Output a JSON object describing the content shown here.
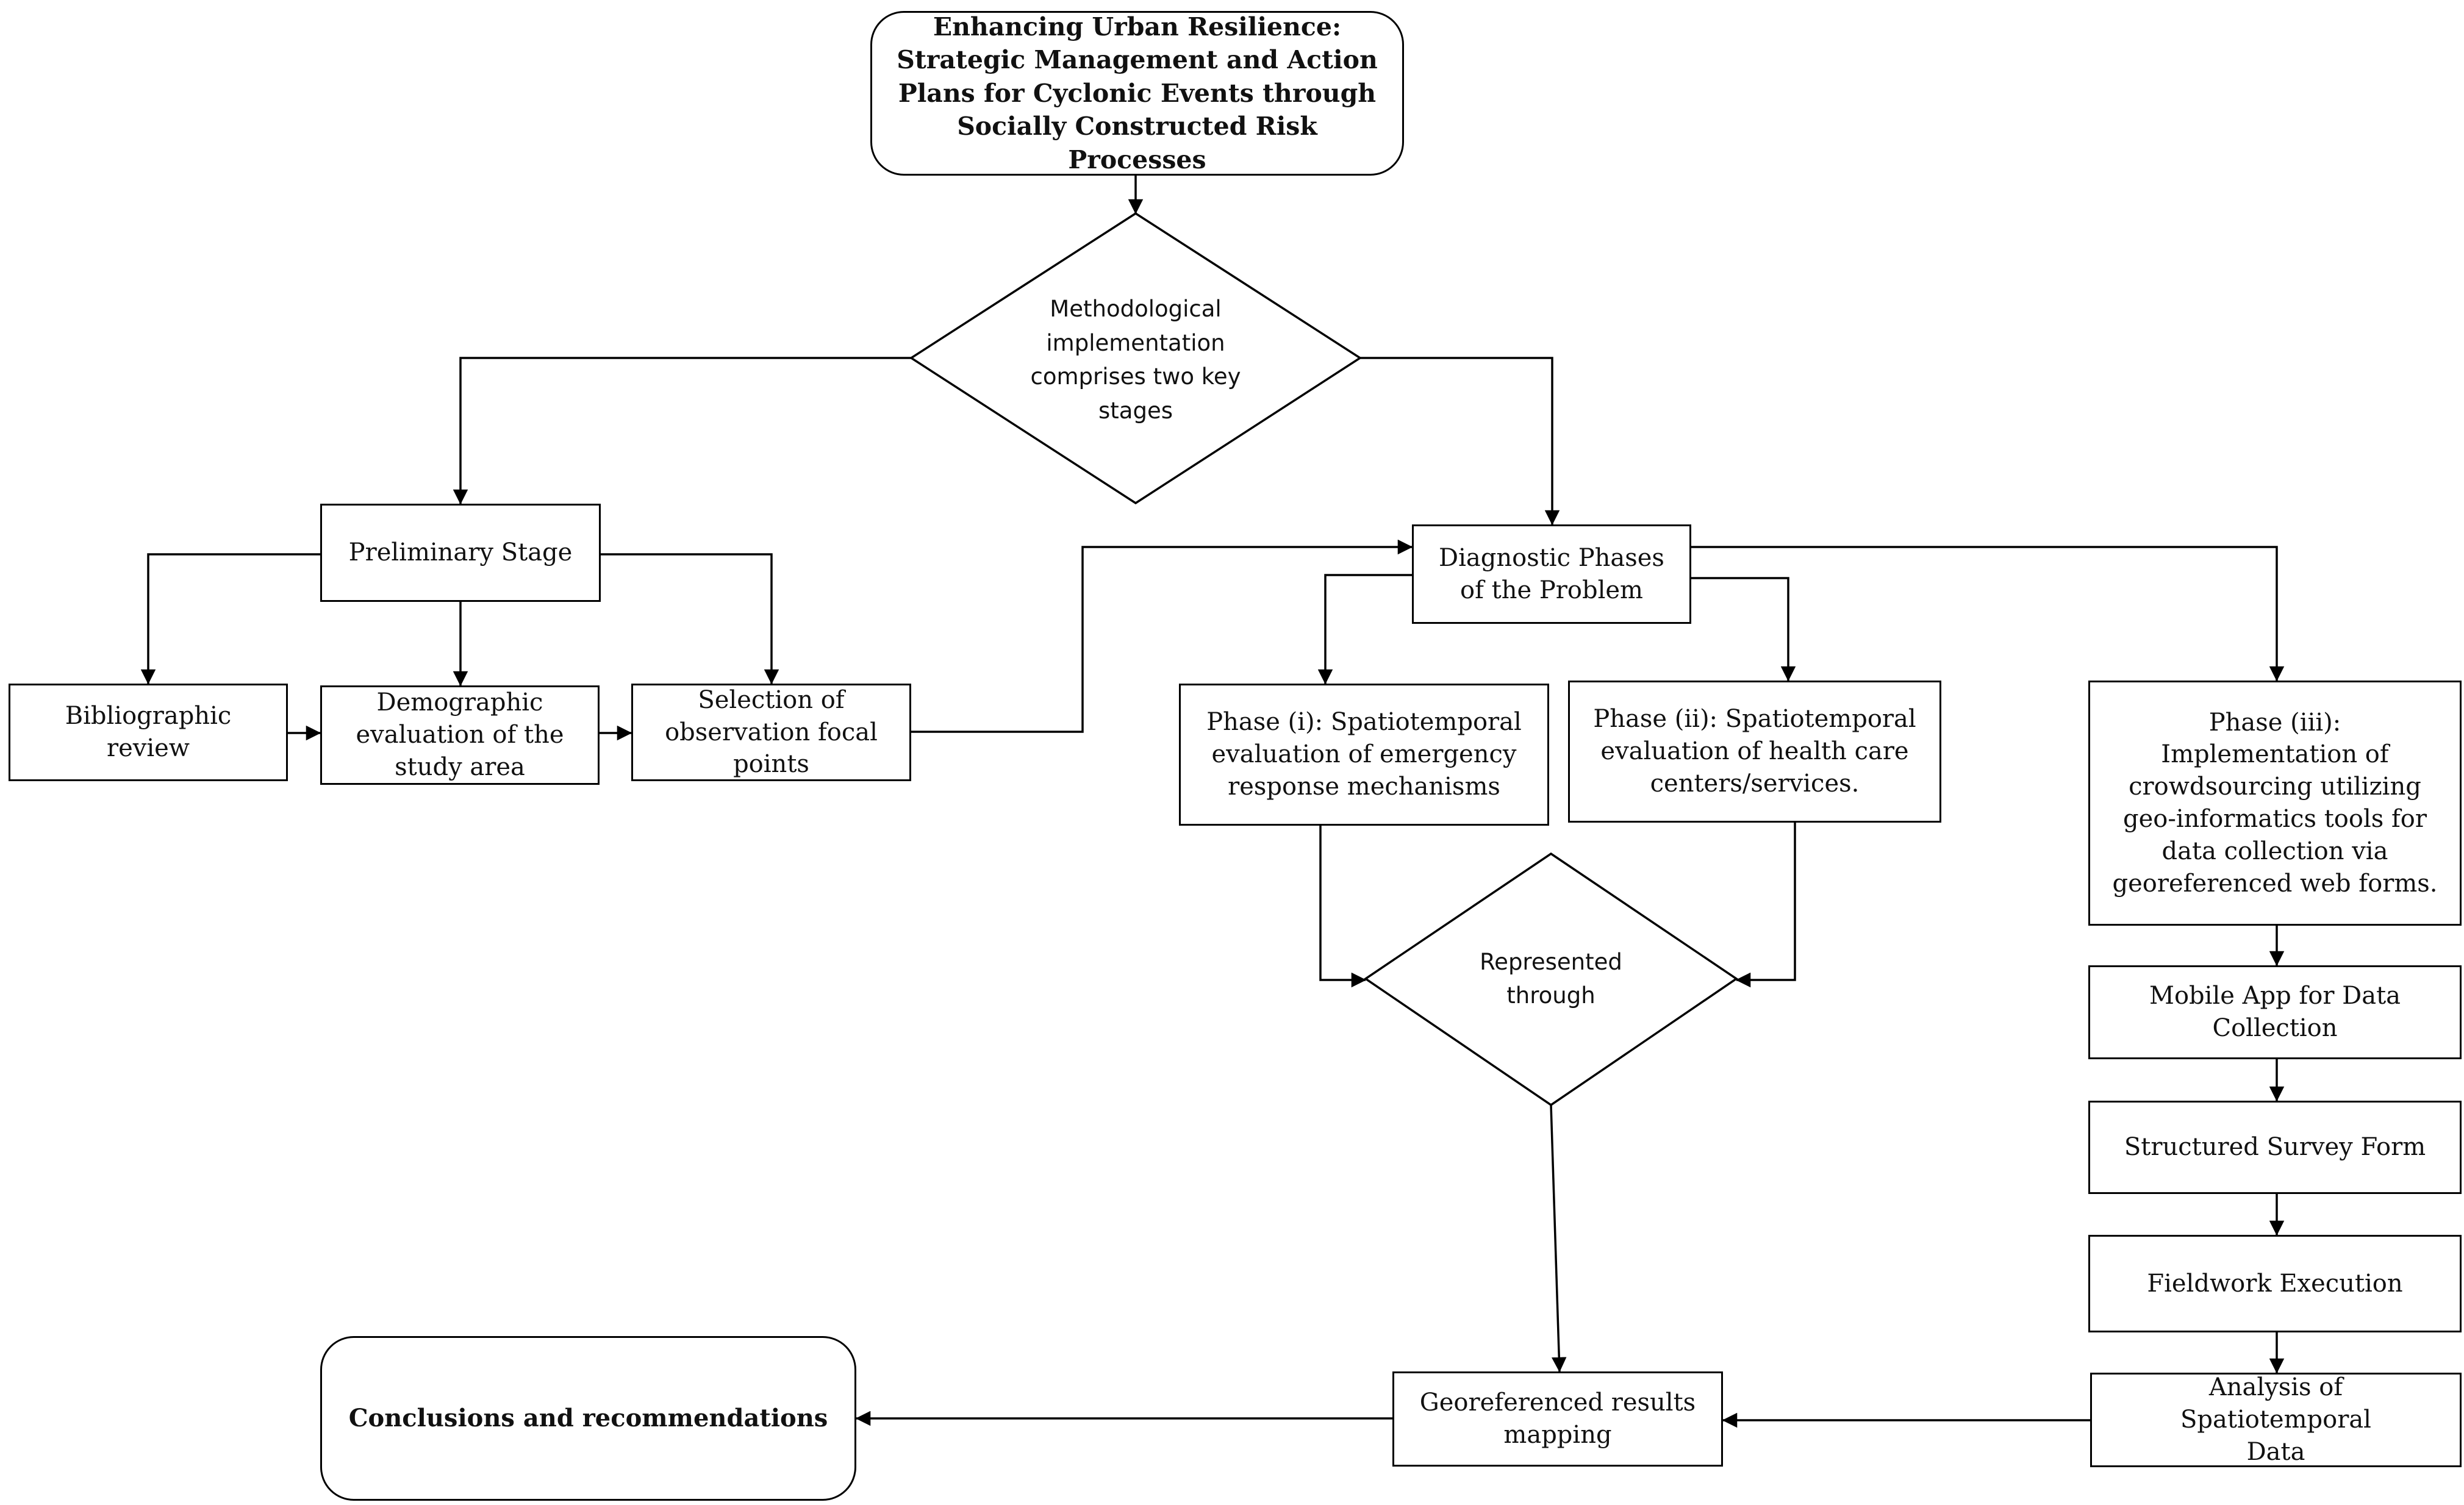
{
  "diagram": {
    "title": "Enhancing Urban Resilience: Strategic Management and Action Plans for Cyclonic Events through Socially Constructed Risk Processes",
    "decision_method": "Methodological implementation comprises two key stages",
    "preliminary_stage": "Preliminary Stage",
    "bibliographic_review": "Bibliographic review",
    "demographic_evaluation": "Demographic evaluation of the study area",
    "selection_focal_points": "Selection of observation focal points",
    "diagnostic_phases": "Diagnostic Phases of the Problem",
    "phase_i": "Phase (i): Spatiotemporal evaluation of emergency response mechanisms",
    "phase_ii": "Phase (ii): Spatiotemporal evaluation of health care centers/services.",
    "phase_iii": "Phase (iii): Implementation of crowdsourcing utilizing geo-informatics tools for data collection via georeferenced web forms.",
    "decision_represented": "Represented through",
    "mobile_app": "Mobile App for Data Collection",
    "survey_form": "Structured Survey Form",
    "fieldwork": "Fieldwork Execution",
    "analysis": "Analysis of Spatiotemporal Data",
    "georeferenced_mapping": "Georeferenced results mapping",
    "conclusions": "Conclusions and recommendations"
  }
}
